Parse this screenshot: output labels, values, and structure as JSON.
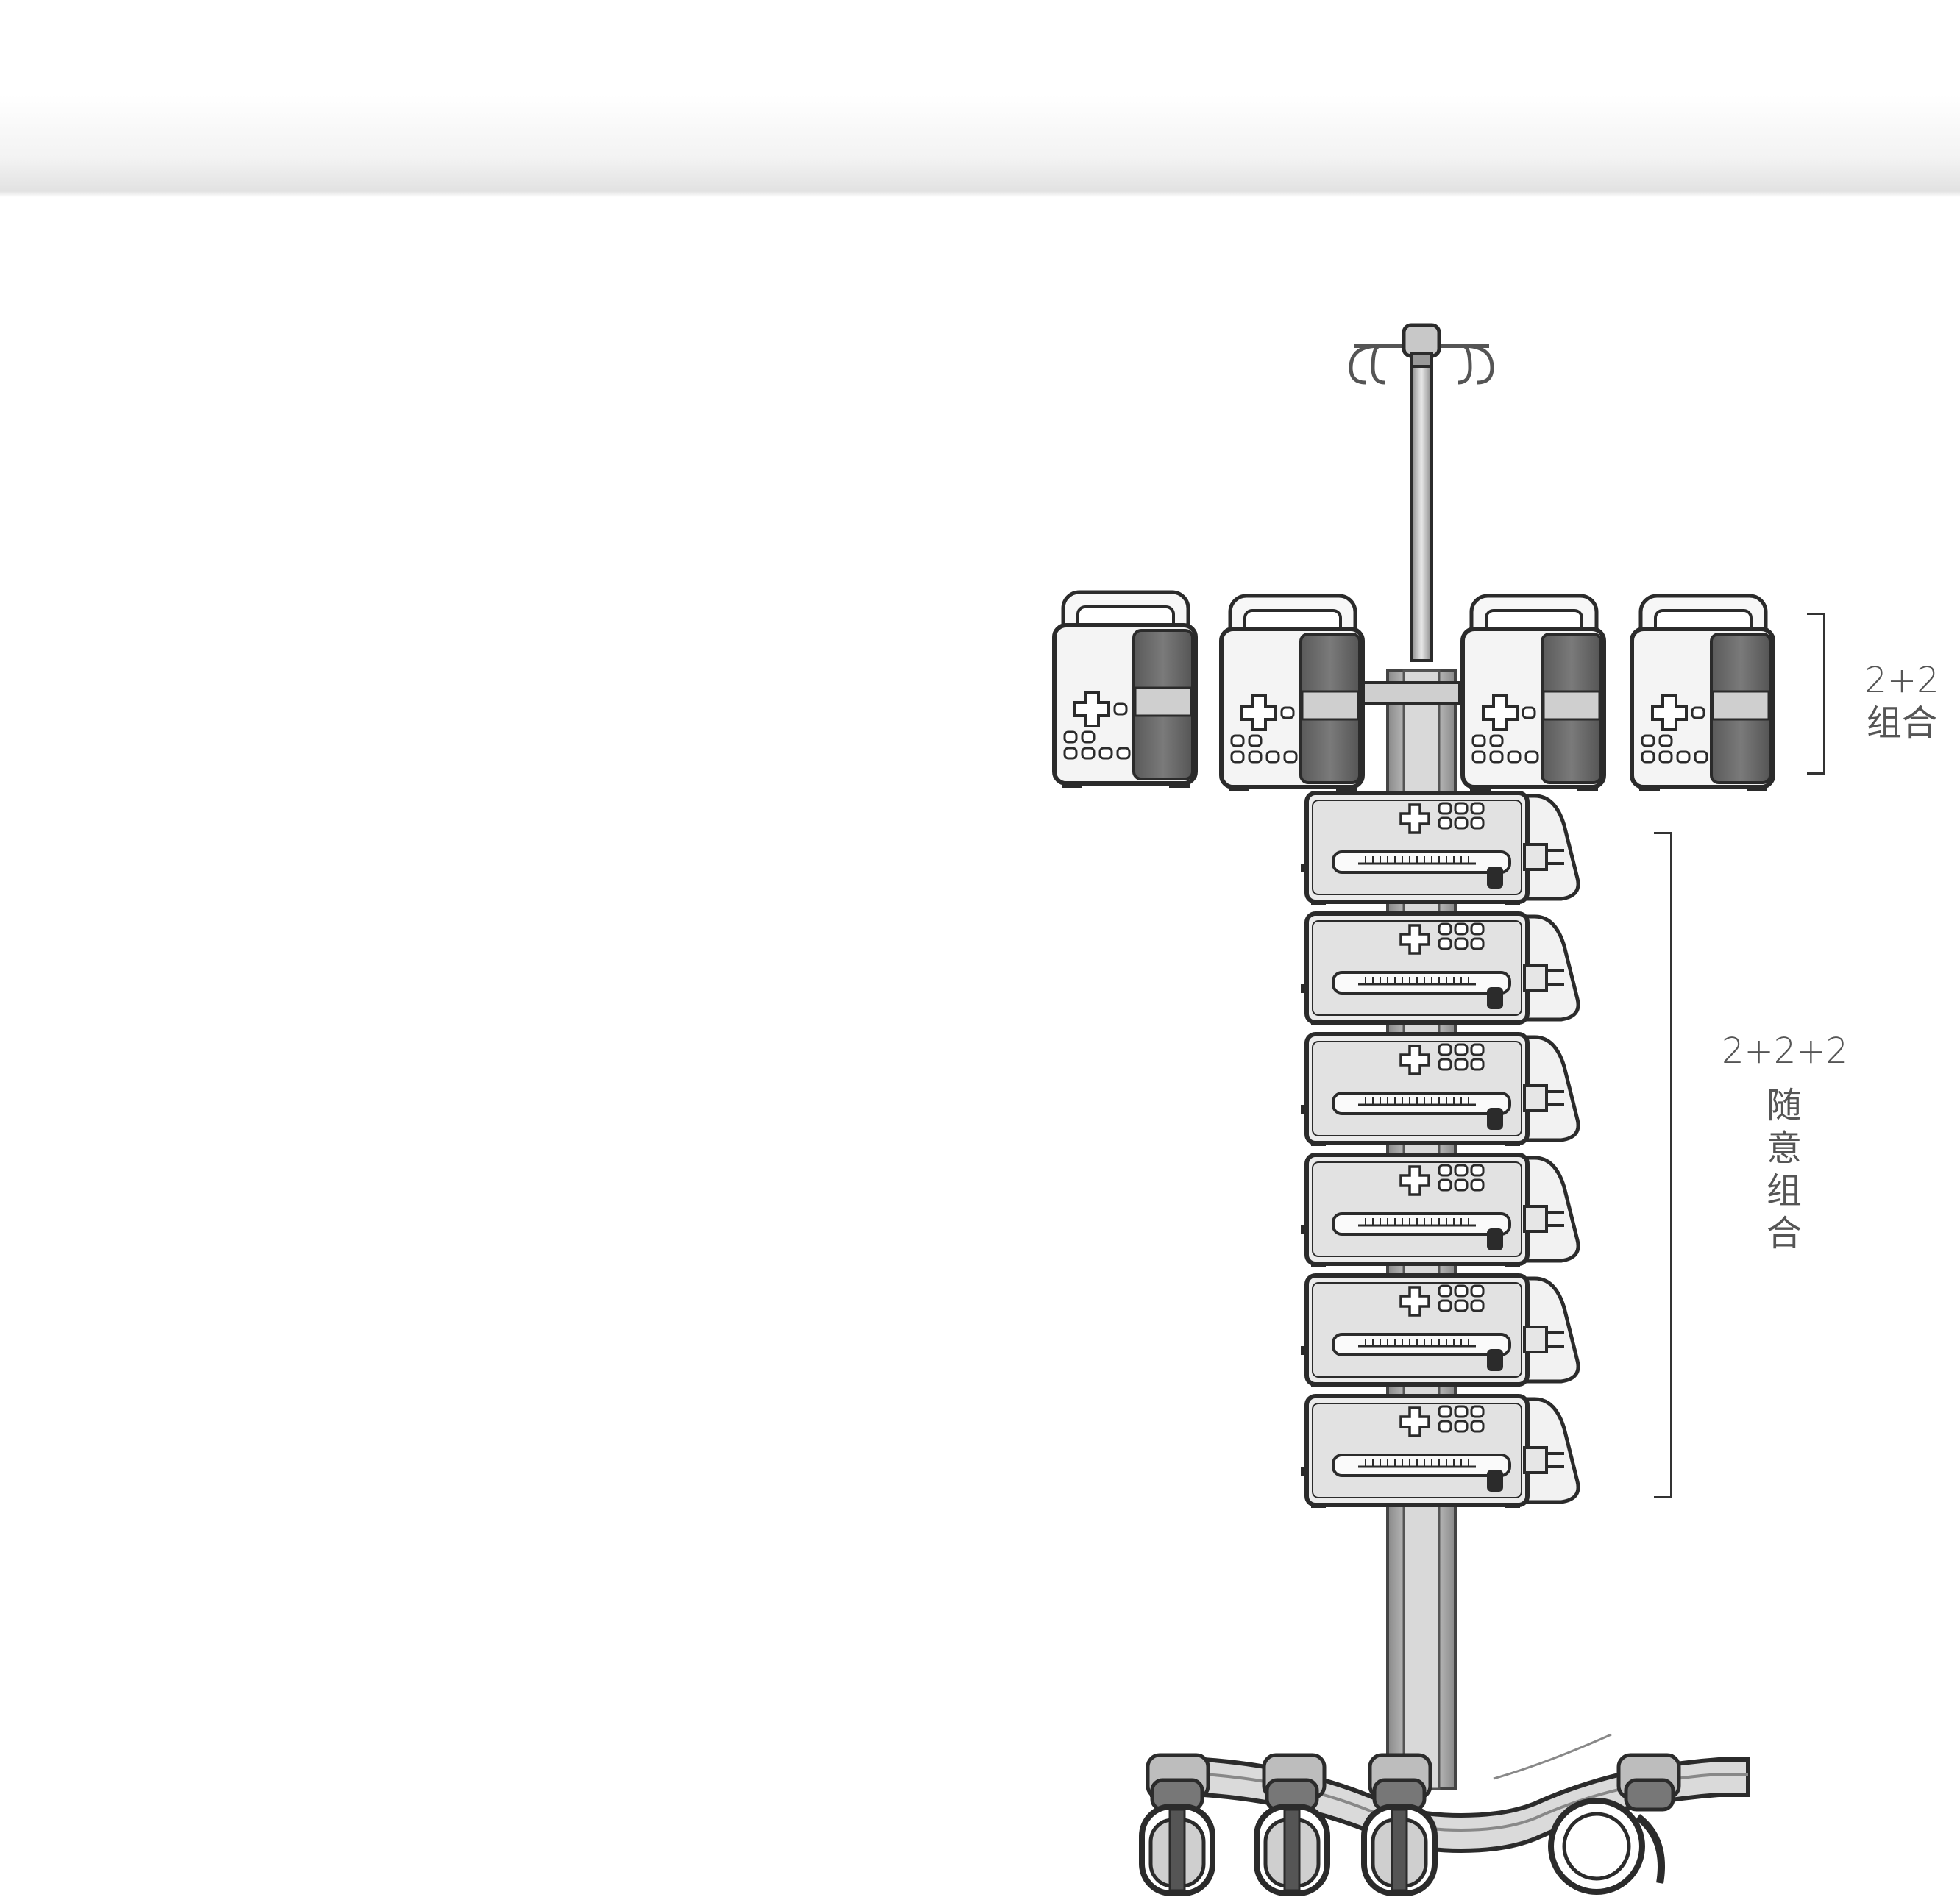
{
  "captions": {
    "top_group": {
      "line1": "2+2",
      "line2": "组合"
    },
    "stack_group": {
      "line1": "2+2+2",
      "chars": [
        "随",
        "意",
        "组",
        "合"
      ]
    }
  },
  "colors": {
    "outline": "#2b2b2b",
    "dark_panel": "#6e6e6e",
    "light_fill": "#f4f4f4",
    "mid_gray": "#9a9a9a",
    "text": "#555555"
  }
}
